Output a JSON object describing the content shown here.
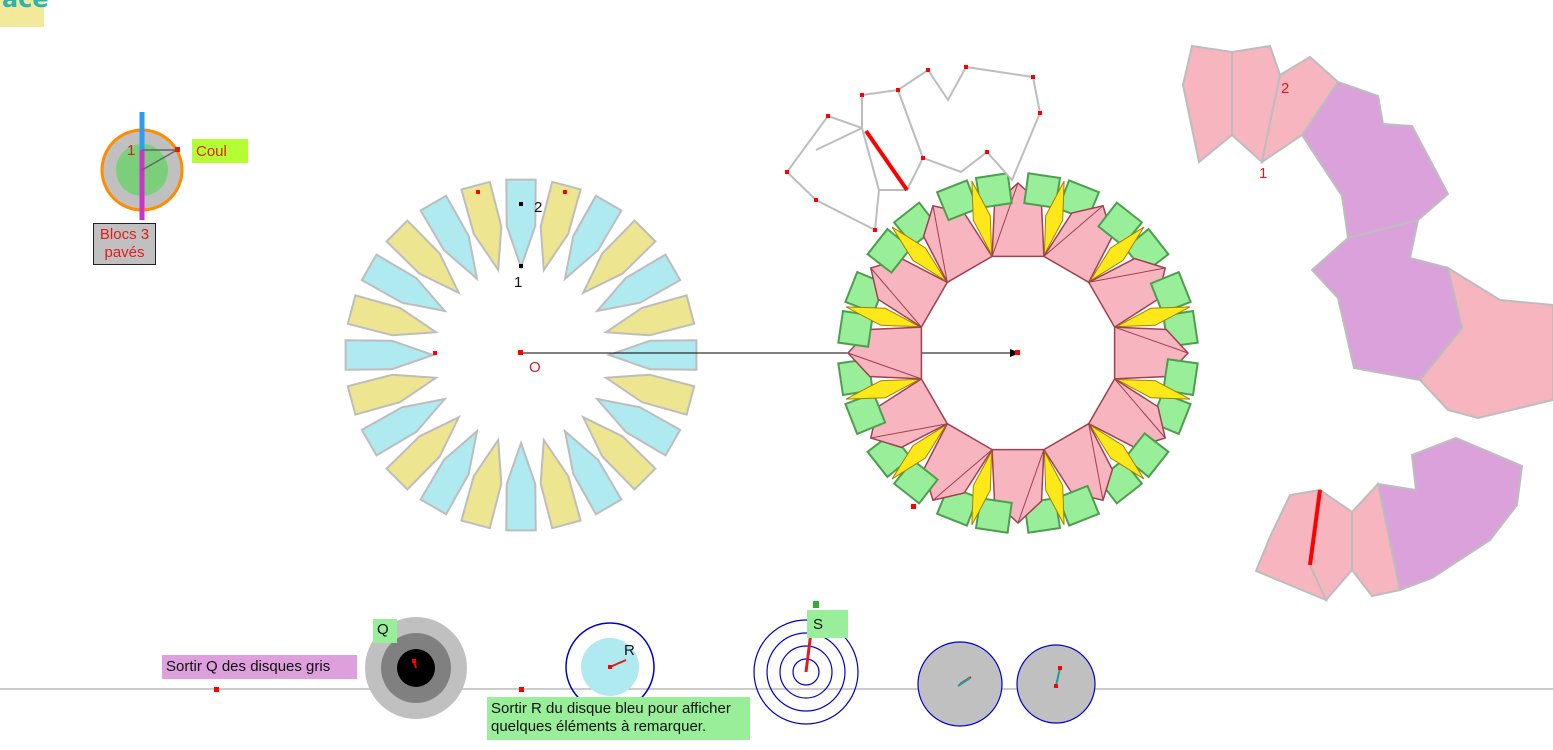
{
  "app": {
    "title_fragment": "ace"
  },
  "controls": {
    "coul_label": "Coul",
    "blocs_label": "Blocs 3 pavés",
    "q_label": "Q",
    "s_label": "S",
    "r_label": "R",
    "sortir_q": "Sortir Q des disques gris",
    "sortir_r": "Sortir R du disque bleu pour afficher quelques éléments à remarquer."
  },
  "points": {
    "o_label": "O",
    "left_ring_1": "1",
    "left_ring_2": "2",
    "strip_1": "1",
    "strip_2": "2",
    "disk_1": "1"
  },
  "colors": {
    "yellow_tile": "#ede58f",
    "cyan_tile": "#aeeaf0",
    "green_tile": "#99ee99",
    "pink_tile": "#f7b5c0",
    "violet_tile": "#dba1db",
    "gold_rhomb": "#ffe81a",
    "edge_gray": "#bdbdbd",
    "accent_red": "#ff0000",
    "disk_blue": "#0000cc"
  }
}
